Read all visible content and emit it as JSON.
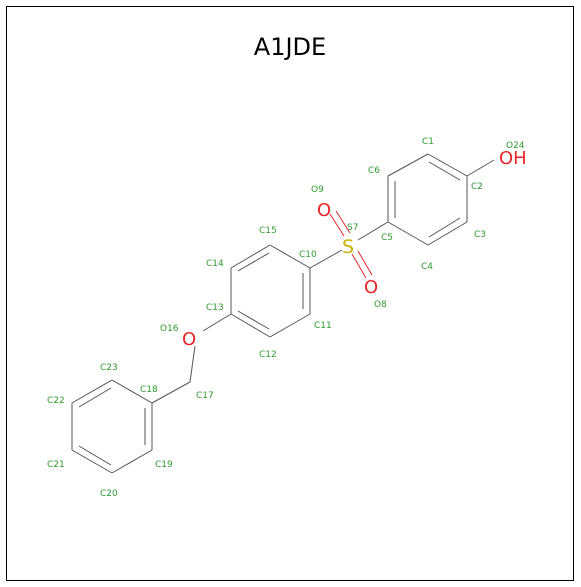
{
  "title": "A1JDE",
  "colors": {
    "atom_label": "#2e9a2e",
    "oxygen": "#e8262a",
    "sulfur": "#c8b400",
    "bond": "#555555"
  },
  "atom_labels": {
    "C1": "C1",
    "C2": "C2",
    "C3": "C3",
    "C4": "C4",
    "C5": "C5",
    "C6": "C6",
    "S7": "S7",
    "O8": "O8",
    "O9": "O9",
    "C10": "C10",
    "C11": "C11",
    "C12": "C12",
    "C13": "C13",
    "C14": "C14",
    "C15": "C15",
    "O16": "O16",
    "C17": "C17",
    "C18": "C18",
    "C19": "C19",
    "C20": "C20",
    "C21": "C21",
    "C22": "C22",
    "C23": "C23",
    "O24": "O24"
  },
  "element_symbols": {
    "sulfur": "S",
    "oxygen": "O",
    "hydroxyl": "OH"
  }
}
